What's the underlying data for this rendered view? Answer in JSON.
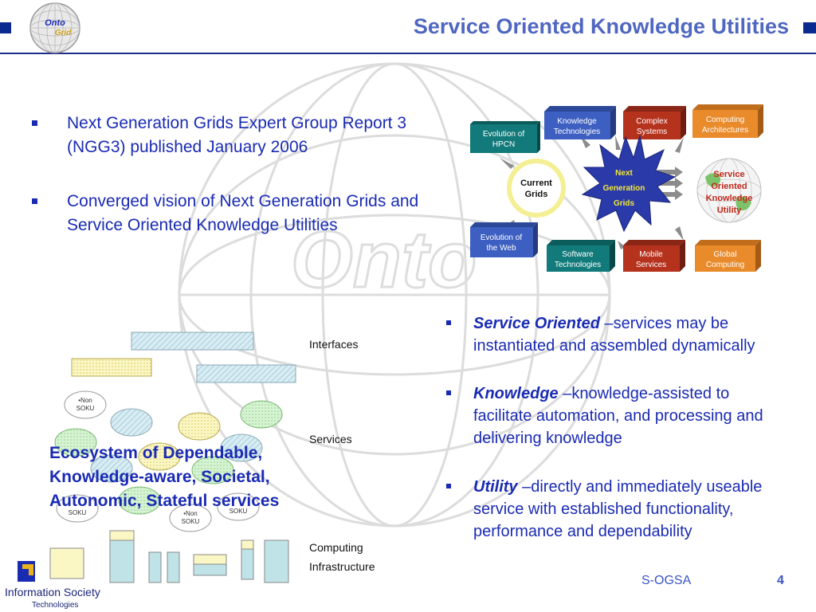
{
  "header": {
    "title": "Service Oriented Knowledge Utilities",
    "logo_text_top": "Onto",
    "logo_text_bottom": "Grid"
  },
  "bullets_top": [
    "Next Generation Grids Expert Group Report 3 (NGG3) published January 2006",
    "Converged vision of Next Generation Grids and Service Oriented Knowledge Utilities"
  ],
  "diagram": {
    "evolution_hpcn": [
      "Evolution of",
      "HPCN"
    ],
    "evolution_web": [
      "Evolution of",
      "the Web"
    ],
    "knowledge_tech": [
      "Knowledge",
      "Technologies"
    ],
    "complex_systems": [
      "Complex",
      "Systems"
    ],
    "computing_arch": [
      "Computing",
      "Architectures"
    ],
    "software_tech": [
      "Software",
      "Technologies"
    ],
    "mobile_services": [
      "Mobile",
      "Services"
    ],
    "global_computing": [
      "Global",
      "Computing"
    ],
    "current_grids": [
      "Current",
      "Grids"
    ],
    "next_gen": [
      "Next",
      "Generation",
      "Grids"
    ],
    "soku": [
      "Service",
      "Oriented",
      "Knowledge",
      "Utility"
    ],
    "colors": {
      "blue": "#3d5fc2",
      "teal": "#127a7a",
      "red": "#b5321d",
      "orange": "#e98a2b",
      "navy": "#2a3aa8"
    }
  },
  "ecosystem": {
    "interfaces": "Interfaces",
    "services": "Services",
    "computing": "Computing",
    "infrastructure": "Infrastructure",
    "non_soku": [
      "•Non",
      "SOKU"
    ],
    "non_soku_partial": [
      "Non",
      "SOKU"
    ],
    "caption": "Ecosystem of Dependable, Knowledge-aware, Societal, Autonomic, Stateful services"
  },
  "bullets_right": [
    {
      "term": "Service Oriented",
      "rest": " –services may be instantiated and assembled dynamically"
    },
    {
      "term": "Knowledge",
      "rest": " –knowledge-assisted to facilitate automation, and processing and delivering knowledge"
    },
    {
      "term": "Utility",
      "rest": " –directly and immediately useable service with established functionality, performance and dependability"
    }
  ],
  "footer": {
    "logo_line1": "Information Society",
    "logo_line2": "Technologies",
    "label": "S-OGSA",
    "page": "4"
  }
}
